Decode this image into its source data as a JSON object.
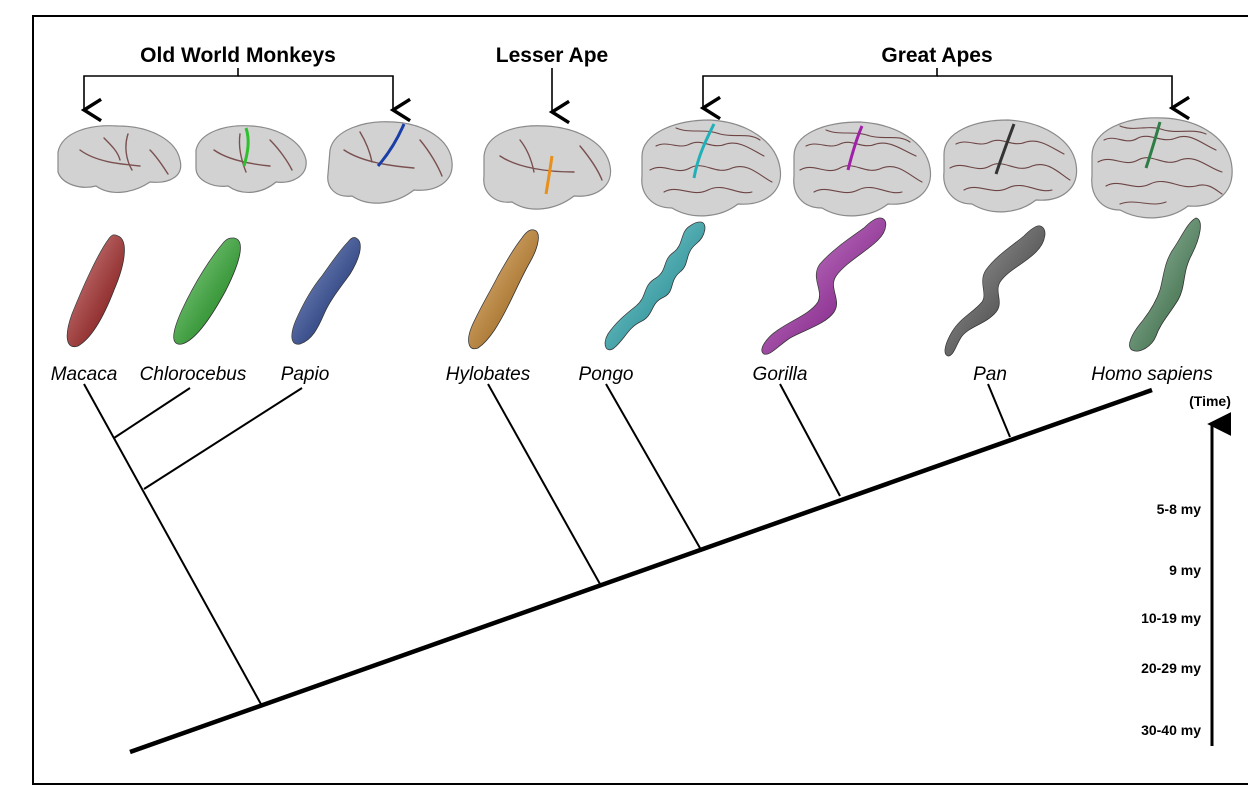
{
  "groups": {
    "old_world": "Old World Monkeys",
    "lesser": "Lesser Ape",
    "great": "Great Apes"
  },
  "species": [
    {
      "name": "Macaca",
      "color": "#c01818"
    },
    {
      "name": "Chlorocebus",
      "color": "#22c422"
    },
    {
      "name": "Papio",
      "color": "#1a3ea8"
    },
    {
      "name": "Hylobates",
      "color": "#e8901a"
    },
    {
      "name": "Pongo",
      "color": "#22c8d2"
    },
    {
      "name": "Gorilla",
      "color": "#b81ec0"
    },
    {
      "name": "Pan",
      "color": "#555555"
    },
    {
      "name": "Homo sapiens",
      "color": "#4e9a62"
    }
  ],
  "timeline": {
    "title": "(Time)",
    "ticks": [
      "5-8 my",
      "9 my",
      "10-19 my",
      "20-29 my",
      "30-40 my"
    ]
  }
}
